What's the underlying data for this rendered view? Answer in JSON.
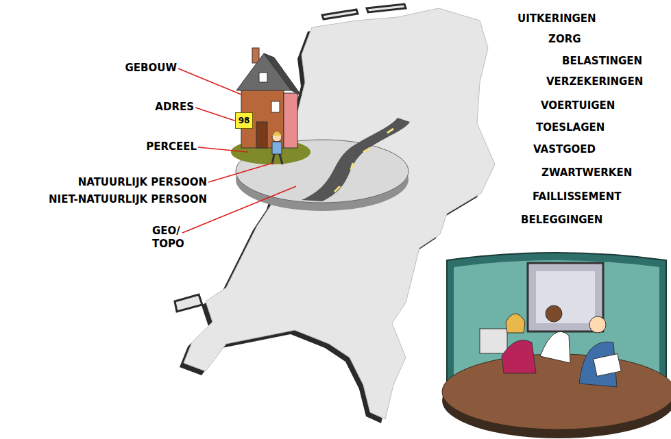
{
  "diagram": {
    "nodes": [
      {
        "text": [
          "98"
        ]
      }
    ],
    "labels": [
      "GEBOUW",
      "ADRES",
      "PERCEEL",
      "NATUURLIJK PERSOON",
      "NIET-NATUURLIJK PERSOON",
      "GEO/ TOPO",
      "UITKERINGEN",
      "ZORG",
      "BELASTINGEN",
      "VERZEKERINGEN",
      "VOERTUIGEN",
      "TOESLAGEN",
      "VASTGOED",
      "ZWARTWERKEN",
      "FAILLISSEMENT",
      "BELEGGINGEN"
    ]
  }
}
